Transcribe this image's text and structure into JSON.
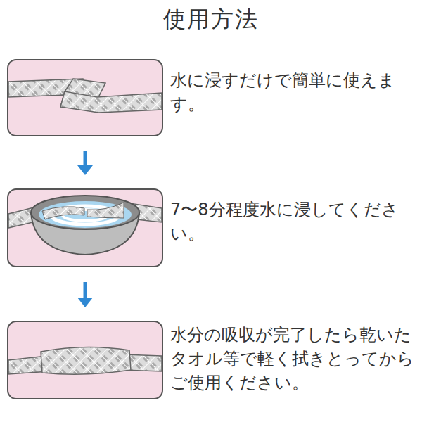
{
  "diagram": {
    "title": "使用方法",
    "nodes": [
      {
        "text": [
          "水に浸すだけで簡単に使えます。"
        ]
      },
      {
        "text": [
          "7〜8分程度水に浸してください。"
        ]
      },
      {
        "text": [
          "水分の吸収が完了したら乾いたタオル等で軽く拭きとってからご使用ください。"
        ]
      }
    ],
    "edges": [
      {
        "from": 0,
        "to": 1,
        "arrow": "to"
      },
      {
        "from": 1,
        "to": 2,
        "arrow": "to"
      }
    ]
  }
}
